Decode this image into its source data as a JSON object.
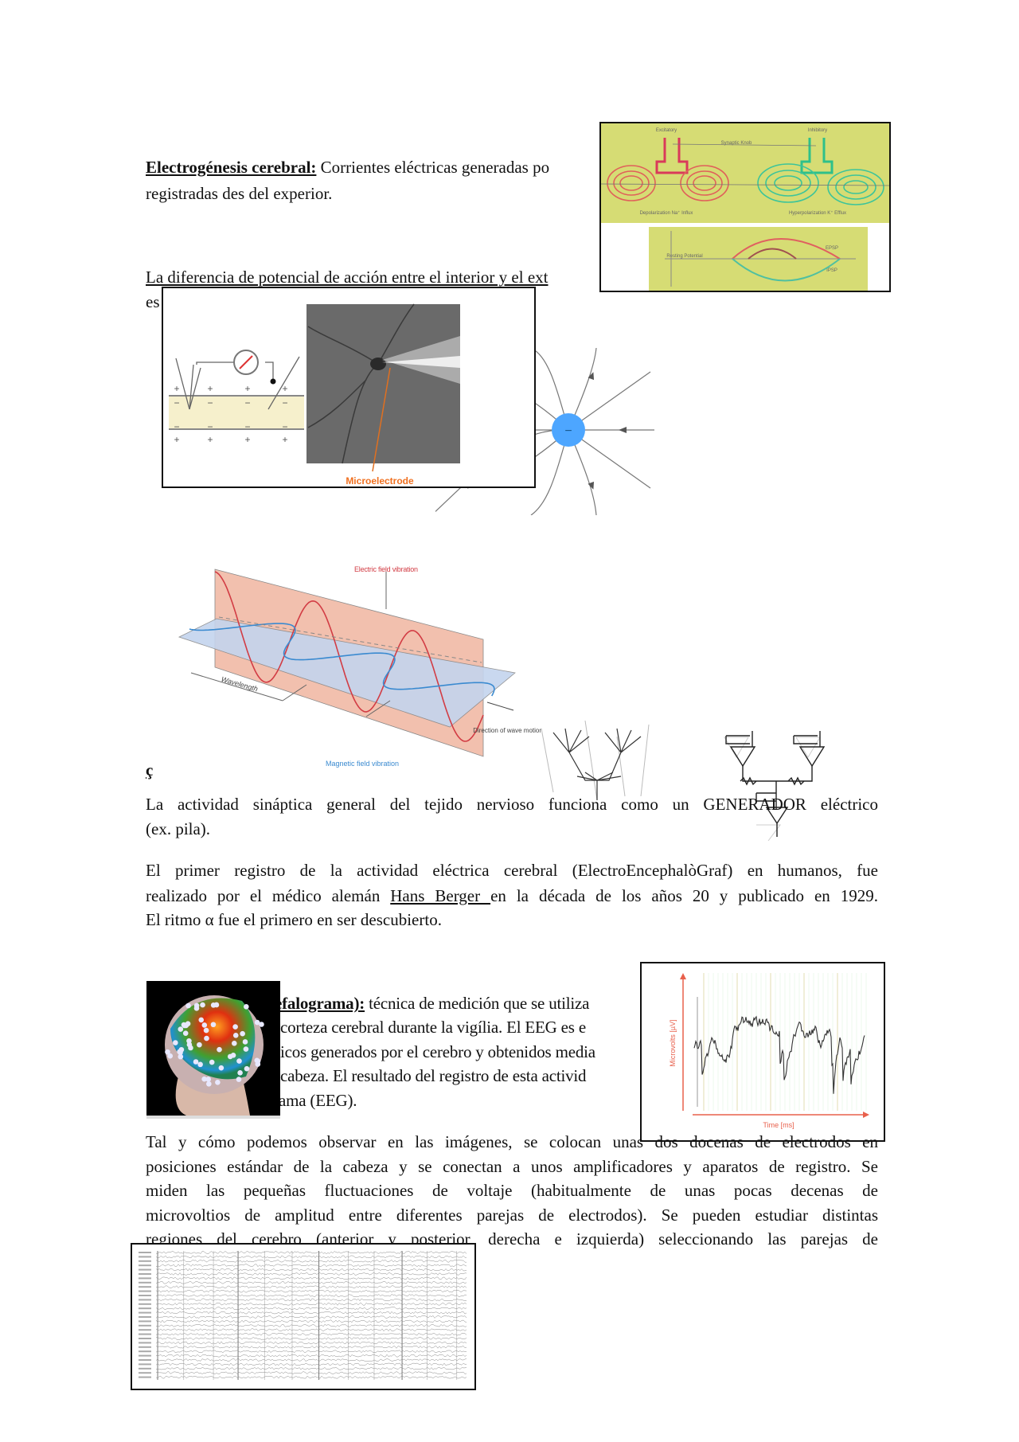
{
  "intro": {
    "heading": "Electrogénesis cerebral:",
    "line1_rest": " Corrientes eléctricas generadas po",
    "line2": "registradas des del experior.",
    "line3": "La diferencia de potencial de acción entre el interior y el ext",
    "line4": "es"
  },
  "synapse_figure": {
    "excitatory": "Excitatory",
    "inhibitory": "Inhibitory",
    "synaptic_knob": "Synaptic Knob",
    "depolarization": "Depolarization Na⁺ Influx",
    "hyperpolarization": "Hyperpolarization K⁺ Efflux",
    "resting_potential": "Resting Potential",
    "epsp": "EPSP",
    "ipsp": "IPSP"
  },
  "microelectrode_figure": {
    "label": "Microelectrode",
    "plus": "+",
    "minus": "−"
  },
  "field_figure": {
    "charge": "−",
    "charge_color": "#4da6ff"
  },
  "wave_figure": {
    "electric": "Electric field vibration",
    "magnetic": "Magnetic field vibration",
    "wavelength": "Wavelength",
    "direction": "Direction of wave motion"
  },
  "stray_char": "ç",
  "generator": {
    "line1": "La  actividad sináptica general del tejido nervioso funciona como un GENERADOR eléctrico",
    "line2": "(ex. pila)."
  },
  "berger": {
    "line1": "El primer registro de la actividad eléctrica cerebral (ElectroEncephalòGraf) en humanos, fue",
    "line2_a": "realizado por el médico alemán ",
    "line2_link": "Hans Berger ",
    "line2_b": "en la década de los años 20 y publicado en 1929.",
    "line3": "El ritmo α fue el primero en ser descubierto."
  },
  "eeg_def": {
    "line1_bold": "efalograma):",
    "line1_rest": " técnica de medición que se utiliza",
    "line2": " corteza cerebral durante la vigília. El EEG es e",
    "line3": "icos generados por el cerebro y obtenidos media",
    "line4": " cabeza. El resultado del registro de esta activid",
    "line5": "ama (EEG)."
  },
  "eeg_chart": {
    "ylabel": "Microvolts [µV]",
    "xlabel": "Time [ms]",
    "axis_color": "#e8604c"
  },
  "placement": {
    "line1": "Tal y cómo podemos observar en las imágenes, se colocan unas dos docenas de electrodos en",
    "line2": "posiciones estándar de la cabeza y se conectan a unos amplificadores y aparatos de registro. Se",
    "line3": "miden las pequeñas fluctuaciones de voltaje (habitualmente de unas pocas decenas de",
    "line4": "microvoltios de amplitud entre diferentes parejas de electrodos). Se pueden estudiar distintas",
    "line5": "regiones del cerebro (anterior y posterior, derecha e izquierda) seleccionando las parejas de"
  }
}
